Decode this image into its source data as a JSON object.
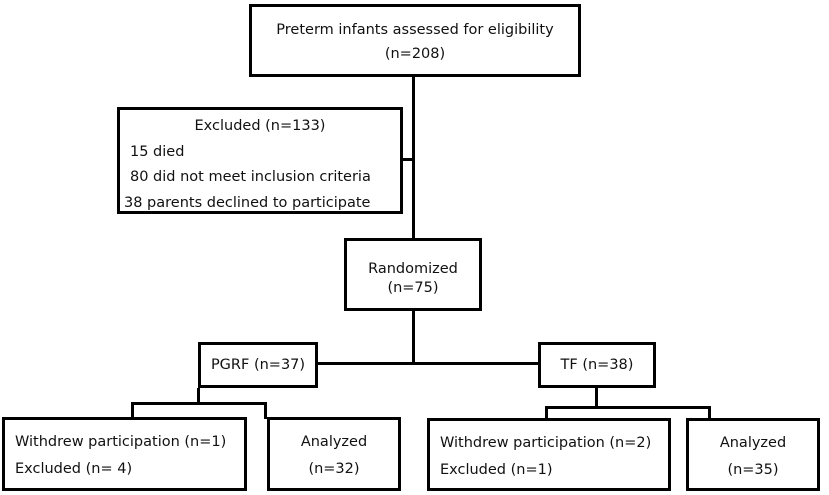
{
  "assessed": {
    "title": "Preterm infants assessed for eligibility",
    "count": "(n=208)"
  },
  "excluded": {
    "title": "Excluded (n=133)",
    "reasons": [
      "15 died",
      "80 did not meet inclusion criteria",
      "38 parents declined to participate"
    ]
  },
  "randomized": {
    "title": "Randomized",
    "count": "(n=75)"
  },
  "arms": [
    {
      "label": "PGRF (n=37)",
      "withdrew": "Withdrew participation (n=1)",
      "excluded": "Excluded (n= 4)",
      "analyzed_label": "Analyzed",
      "analyzed_count": "(n=32)"
    },
    {
      "label": "TF (n=38)",
      "withdrew": "Withdrew participation (n=2)",
      "excluded": "Excluded (n=1)",
      "analyzed_label": "Analyzed",
      "analyzed_count": "(n=35)"
    }
  ]
}
